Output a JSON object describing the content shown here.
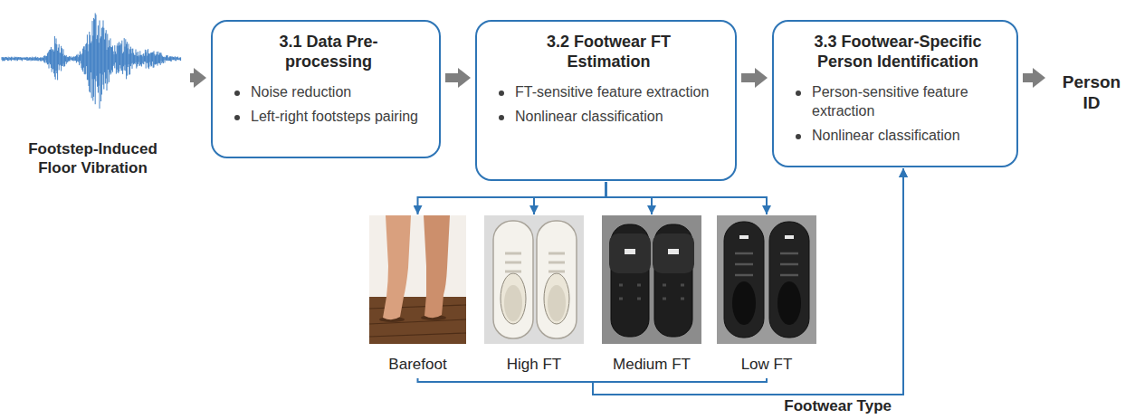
{
  "diagram": {
    "nodes": [
      {
        "text": [
          "Footstep-Induced Floor Vibration"
        ]
      },
      {
        "text": [
          "3.1 Data Pre-processing",
          "Noise reduction",
          "Left-right footsteps pairing"
        ]
      },
      {
        "text": [
          "3.2 Footwear FT Estimation",
          "FT-sensitive feature extraction",
          "Nonlinear classification"
        ]
      },
      {
        "text": [
          "3.3 Footwear-Specific Person Identification",
          "Person-sensitive feature extraction",
          "Nonlinear classification"
        ]
      },
      {
        "text": [
          "Person ID"
        ]
      },
      {
        "text": [
          "Barefoot"
        ]
      },
      {
        "text": [
          "High FT"
        ]
      },
      {
        "text": [
          "Medium FT"
        ]
      },
      {
        "text": [
          "Low FT"
        ]
      }
    ],
    "edges": [
      {
        "from": 0,
        "to": 1,
        "arrow": "to"
      },
      {
        "from": 1,
        "to": 2,
        "arrow": "to"
      },
      {
        "from": 2,
        "to": 3,
        "arrow": "to"
      },
      {
        "from": 3,
        "to": 4,
        "arrow": "to"
      },
      {
        "from": 2,
        "to": 5,
        "arrow": "to"
      },
      {
        "from": 2,
        "to": 6,
        "arrow": "to"
      },
      {
        "from": 2,
        "to": 7,
        "arrow": "to"
      },
      {
        "from": 2,
        "to": 8,
        "arrow": "to"
      },
      {
        "from": 5,
        "to": 3,
        "label": "Footwear Type",
        "arrow": "to"
      },
      {
        "from": 8,
        "to": 3,
        "arrow": "to"
      }
    ]
  }
}
